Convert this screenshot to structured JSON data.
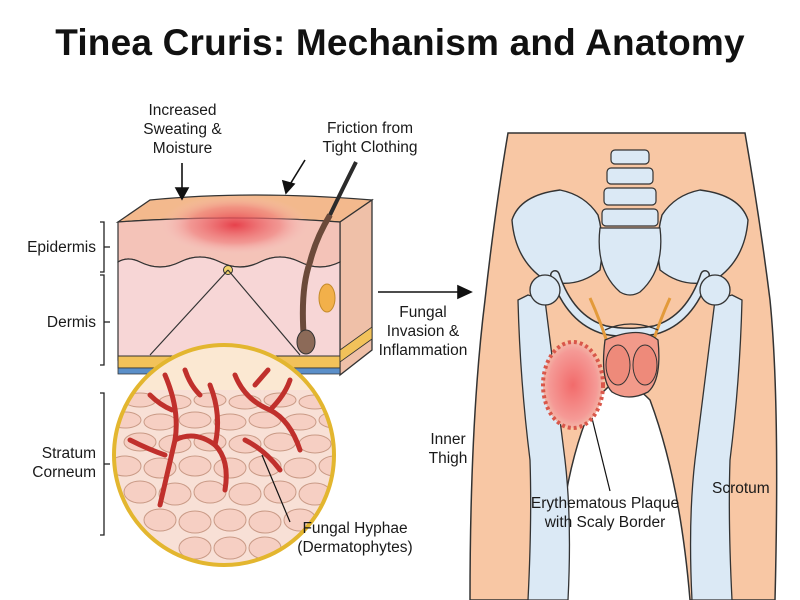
{
  "title": "Tinea Cruris: Mechanism and Anatomy",
  "labels": {
    "sweat": [
      "Increased",
      "Sweating &",
      "Moisture"
    ],
    "friction": [
      "Friction from",
      "Tight Clothing"
    ],
    "epidermis": "Epidermis",
    "dermis": "Dermis",
    "stratum": [
      "Stratum",
      "Corneum"
    ],
    "invasion": [
      "Fungal",
      "Invasion &",
      "Inflammation"
    ],
    "hyphae": [
      "Fungal Hyphae",
      "(Dermatophytes)"
    ],
    "inner_thigh": [
      "Inner",
      "Thigh"
    ],
    "scrotum": "Scrotum",
    "plaque": [
      "Erythematous Plaque",
      "with Scaly Border"
    ]
  },
  "colors": {
    "skin": "#f8c9a6",
    "dermis": "#f7d6d6",
    "inflammation": "#e8424a",
    "bone": "#dbe9f5",
    "hyphae": "#c0302c"
  }
}
